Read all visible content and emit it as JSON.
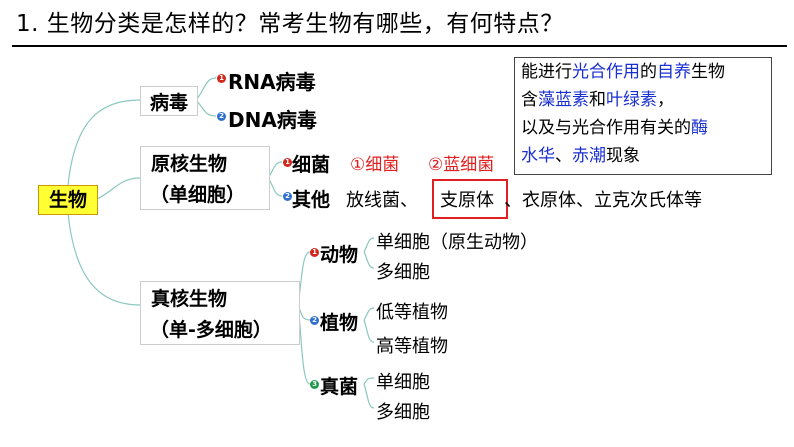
{
  "title": "1. 生物分类是怎样的？常考生物有哪些，有何特点？",
  "root": "生物",
  "virus": {
    "label": "病毒",
    "items": [
      "RNA病毒",
      "DNA病毒"
    ]
  },
  "prokaryote": {
    "label_line1": "原核生物",
    "label_line2": "（单细胞）",
    "items": [
      "细菌",
      "其他"
    ],
    "other_list_a": "放线菌、",
    "other_list_b": "支原体",
    "other_list_c": "、衣原体、立克次氏体等",
    "annot_1": "①细菌",
    "annot_2": "②蓝细菌"
  },
  "eukaryote": {
    "label_line1": "真核生物",
    "label_line2": "（单-多细胞）",
    "animal": {
      "label": "动物",
      "items": [
        "单细胞（原生动物）",
        "多细胞"
      ]
    },
    "plant": {
      "label": "植物",
      "items": [
        "低等植物",
        "高等植物"
      ]
    },
    "fungi": {
      "label": "真菌",
      "items": [
        "单细胞",
        "多细胞"
      ]
    }
  },
  "note": {
    "p1": "能进行",
    "p2": "光合作用",
    "p3": "的",
    "p4": "自养",
    "p5": "生物",
    "p6": "含",
    "p7": "藻蓝素",
    "p8": "和",
    "p9": "叶绿素",
    "p10": "，",
    "p11": "以及与光合作用有关的",
    "p12": "酶",
    "p13": "水华",
    "p14": "、",
    "p15": "赤潮",
    "p16": "现象"
  },
  "badges": {
    "one": "1",
    "two": "2",
    "three": "3"
  }
}
